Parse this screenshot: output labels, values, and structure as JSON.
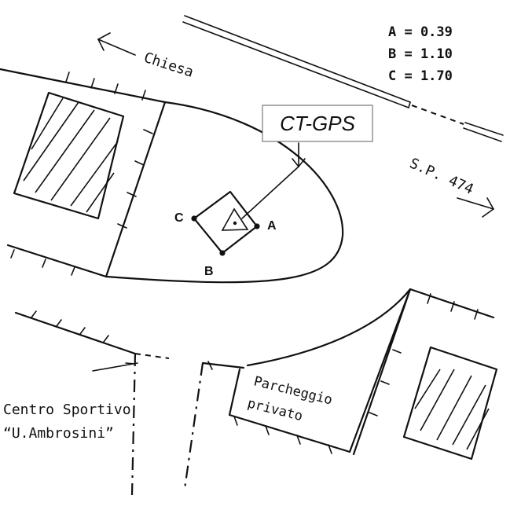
{
  "legend": {
    "a": "A = 0.39",
    "b": "B = 1.10",
    "c": "C = 1.70"
  },
  "labels": {
    "chiesa": "Chiesa",
    "sp474": "S.P. 474",
    "ct_gps": "CT-GPS",
    "point_a": "A",
    "point_b": "B",
    "point_c": "C",
    "parcheggio_line1": "Parcheggio",
    "parcheggio_line2": "privato",
    "centro_line1": "Centro Sportivo",
    "centro_line2": "“U.Ambrosini”"
  }
}
